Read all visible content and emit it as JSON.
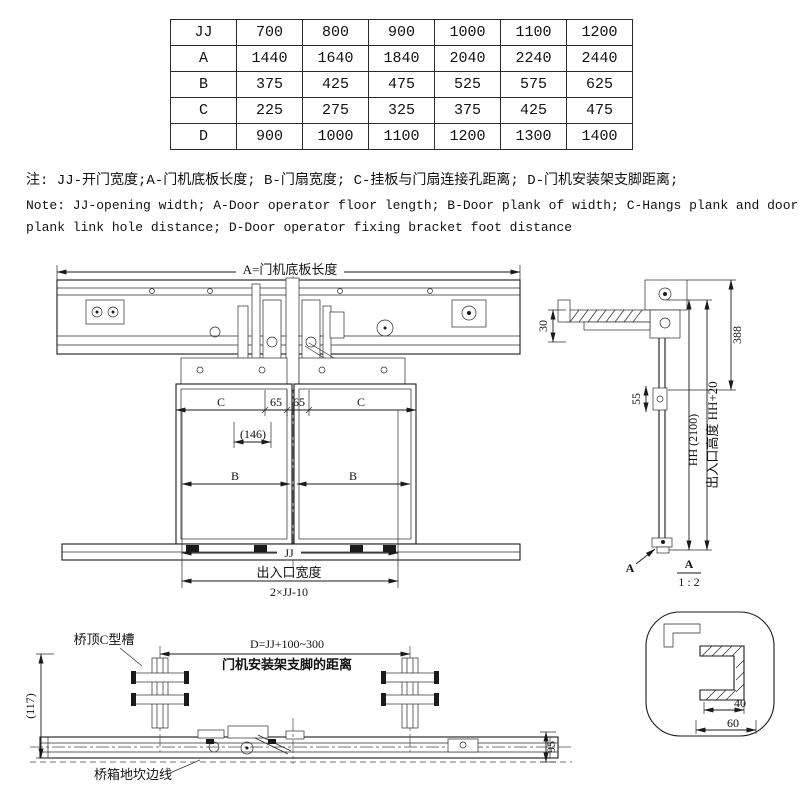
{
  "table": {
    "rows": [
      {
        "label": "JJ",
        "values": [
          "700",
          "800",
          "900",
          "1000",
          "1100",
          "1200"
        ]
      },
      {
        "label": "A",
        "values": [
          "1440",
          "1640",
          "1840",
          "2040",
          "2240",
          "2440"
        ]
      },
      {
        "label": "B",
        "values": [
          "375",
          "425",
          "475",
          "525",
          "575",
          "625"
        ]
      },
      {
        "label": "C",
        "values": [
          "225",
          "275",
          "325",
          "375",
          "425",
          "475"
        ]
      },
      {
        "label": "D",
        "values": [
          "900",
          "1000",
          "1100",
          "1200",
          "1300",
          "1400"
        ]
      }
    ]
  },
  "notes": {
    "line_cn": "注: JJ-开门宽度;A-门机底板长度; B-门扇宽度; C-挂板与门扇连接孔距离; D-门机安装架支脚距离;",
    "line_en1": "Note: JJ-opening width; A-Door operator floor length; B-Door plank of width; C-Hangs plank and door",
    "line_en2": "plank link hole distance; D-Door operator fixing bracket foot distance"
  },
  "front_view": {
    "dim_a_label": "A=门机底板长度",
    "c_left": "C",
    "n65_a": "65",
    "n65_b": "65",
    "c_right": "C",
    "n146": "(146)",
    "b_left": "B",
    "b_right": "B",
    "jj": "JJ",
    "entrance_width": "出入口宽度",
    "entrance_width_formula": "2×JJ-10"
  },
  "side_view": {
    "d388": "388",
    "d30": "30",
    "d55": "55",
    "hh": "HH (2100)",
    "entrance_height": "出入口高度 HH+20",
    "detail_arrow_label": "A",
    "scale_name": "A",
    "scale_value": "1 : 2"
  },
  "bottom_view": {
    "c_channel_label": "桥顶C型槽",
    "d_formula": "D=JJ+100~300",
    "bracket_text": "门机安装架支脚的距离",
    "d117": "(117)",
    "d95": "95",
    "sill_label": "桥箱地坎边线"
  },
  "detail_view": {
    "d40": "40",
    "d60": "60"
  }
}
